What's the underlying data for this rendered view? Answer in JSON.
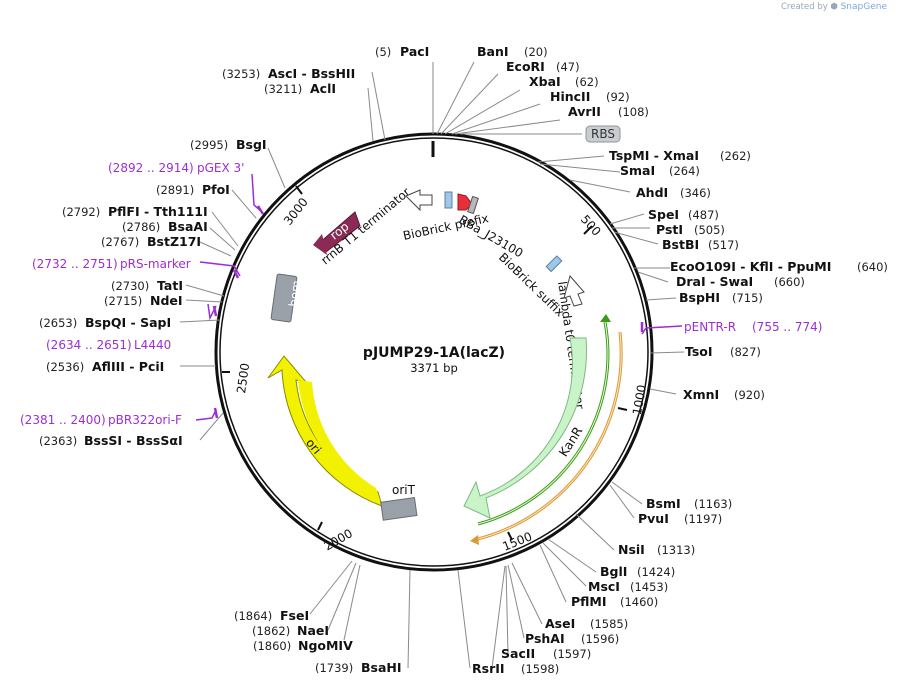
{
  "brand": {
    "created_by": "Created by",
    "name": "SnapGene"
  },
  "plasmid": {
    "name": "pJUMP29-1A(lacZ)",
    "length": "3371 bp",
    "bp": 3371
  },
  "ruler": [
    {
      "pos": 500,
      "label": "500"
    },
    {
      "pos": 1000,
      "label": "1000"
    },
    {
      "pos": 1500,
      "label": "1500"
    },
    {
      "pos": 2000,
      "label": "2000"
    },
    {
      "pos": 2500,
      "label": "2500"
    },
    {
      "pos": 3000,
      "label": "3000"
    }
  ],
  "sites": [
    {
      "id": "paci",
      "name": "PacI",
      "pos": "(5)",
      "bp": 5
    },
    {
      "id": "bani",
      "name": "BanI",
      "pos": "(20)",
      "bp": 20
    },
    {
      "id": "ecori",
      "name": "EcoRI",
      "pos": "(47)",
      "bp": 47
    },
    {
      "id": "xbai",
      "name": "XbaI",
      "pos": "(62)",
      "bp": 62
    },
    {
      "id": "hincii",
      "name": "HincII",
      "pos": "(92)",
      "bp": 92
    },
    {
      "id": "avrii",
      "name": "AvrII",
      "pos": "(108)",
      "bp": 108
    },
    {
      "id": "tspmi",
      "name": "TspMI  -  XmaI",
      "pos": "(262)",
      "bp": 262
    },
    {
      "id": "smai",
      "name": "SmaI",
      "pos": "(264)",
      "bp": 264
    },
    {
      "id": "ahdi",
      "name": "AhdI",
      "pos": "(346)",
      "bp": 346
    },
    {
      "id": "spei",
      "name": "SpeI",
      "pos": "(487)",
      "bp": 487
    },
    {
      "id": "psti",
      "name": "PstI",
      "pos": "(505)",
      "bp": 505
    },
    {
      "id": "bstbi",
      "name": "BstBI",
      "pos": "(517)",
      "bp": 517
    },
    {
      "id": "eco0109i",
      "name": "EcoO109I  -  KflI  -  PpuMI",
      "pos": "(640)",
      "bp": 640
    },
    {
      "id": "drai",
      "name": "DraI  -  SwaI",
      "pos": "(660)",
      "bp": 660
    },
    {
      "id": "bsphi",
      "name": "BspHI",
      "pos": "(715)",
      "bp": 715
    },
    {
      "id": "tsoi",
      "name": "TsoI",
      "pos": "(827)",
      "bp": 827
    },
    {
      "id": "xmni",
      "name": "XmnI",
      "pos": "(920)",
      "bp": 920
    },
    {
      "id": "bsmi",
      "name": "BsmI",
      "pos": "(1163)",
      "bp": 1163
    },
    {
      "id": "pvui",
      "name": "PvuI",
      "pos": "(1197)",
      "bp": 1197
    },
    {
      "id": "nsii",
      "name": "NsiI",
      "pos": "(1313)",
      "bp": 1313
    },
    {
      "id": "bgli",
      "name": "BglI",
      "pos": "(1424)",
      "bp": 1424
    },
    {
      "id": "msci",
      "name": "MscI",
      "pos": "(1453)",
      "bp": 1453
    },
    {
      "id": "pflmi",
      "name": "PflMI",
      "pos": "(1460)",
      "bp": 1460
    },
    {
      "id": "asei",
      "name": "AseI",
      "pos": "(1585)",
      "bp": 1585
    },
    {
      "id": "pshai",
      "name": "PshAI",
      "pos": "(1596)",
      "bp": 1596
    },
    {
      "id": "sacii",
      "name": "SacII",
      "pos": "(1597)",
      "bp": 1597
    },
    {
      "id": "rsrii",
      "name": "RsrII",
      "pos": "(1598)",
      "bp": 1598
    },
    {
      "id": "bsahi",
      "name": "BsaHI",
      "pos": "(1739)",
      "bp": 1739
    },
    {
      "id": "ngomiv",
      "name": "NgoMIV",
      "pos": "(1860)",
      "bp": 1860
    },
    {
      "id": "naei",
      "name": "NaeI",
      "pos": "(1862)",
      "bp": 1862
    },
    {
      "id": "fsei",
      "name": "FseI",
      "pos": "(1864)",
      "bp": 1864
    },
    {
      "id": "bsssi",
      "name": "BssSI  -  BssSαI",
      "pos": "(2363)",
      "bp": 2363
    },
    {
      "id": "afliii",
      "name": "AflIII  -  PciI",
      "pos": "(2536)",
      "bp": 2536
    },
    {
      "id": "bspqi",
      "name": "BspQI  -  SapI",
      "pos": "(2653)",
      "bp": 2653
    },
    {
      "id": "ndei",
      "name": "NdeI",
      "pos": "(2715)",
      "bp": 2715
    },
    {
      "id": "tati",
      "name": "TatI",
      "pos": "(2730)",
      "bp": 2730
    },
    {
      "id": "bstz17i",
      "name": "BstZ17I",
      "pos": "(2767)",
      "bp": 2767
    },
    {
      "id": "bsaai",
      "name": "BsaAI",
      "pos": "(2786)",
      "bp": 2786
    },
    {
      "id": "pflfi",
      "name": "PflFI  -  Tth111I",
      "pos": "(2792)",
      "bp": 2792
    },
    {
      "id": "pfoi",
      "name": "PfoI",
      "pos": "(2891)",
      "bp": 2891
    },
    {
      "id": "bsgi",
      "name": "BsgI",
      "pos": "(2995)",
      "bp": 2995
    },
    {
      "id": "acli",
      "name": "AclI",
      "pos": "(3211)",
      "bp": 3211
    },
    {
      "id": "asci",
      "name": "AscI  -  BssHII",
      "pos": "(3253)",
      "bp": 3253
    }
  ],
  "primers": [
    {
      "id": "pgex3",
      "name": "pGEX 3'",
      "range": "(2892 .. 2914)"
    },
    {
      "id": "prsmarker",
      "name": "pRS-marker",
      "range": "(2732 .. 2751)"
    },
    {
      "id": "l4440",
      "name": "L4440",
      "range": "(2634 .. 2651)"
    },
    {
      "id": "pbr322ori",
      "name": "pBR322ori-F",
      "range": "(2381 .. 2400)"
    },
    {
      "id": "pentr",
      "name": "pENTR-R",
      "range": "(755 .. 774)"
    }
  ],
  "features": {
    "rbs": "RBS",
    "rop": "rop",
    "rrnb": "rrnB T1 terminator",
    "biobrick_prefix": "BioBrick prefix",
    "bba": "BBa_J23100",
    "biobrick_suffix": "BioBrick suffix",
    "lambda": "lambda t0 terminator",
    "kanr": "KanR",
    "bom": "bom",
    "ori": "ori",
    "orit": "oriT"
  },
  "colors": {
    "rop": "#8b2a55",
    "kanr_fill": "#c9f4c9",
    "kanr_stroke": "#7fb87f",
    "ori": "#f2f200",
    "bom": "#9aa1a8",
    "orit": "#9aa1a8",
    "promoter_red": "#e8303a",
    "rbs_box": "#c9cdd1",
    "primer": "#9b2fd6",
    "primer_green": "#3c9a1c",
    "primer_orange": "#d99a3a",
    "terminator_blue": "#9ec7ea"
  }
}
